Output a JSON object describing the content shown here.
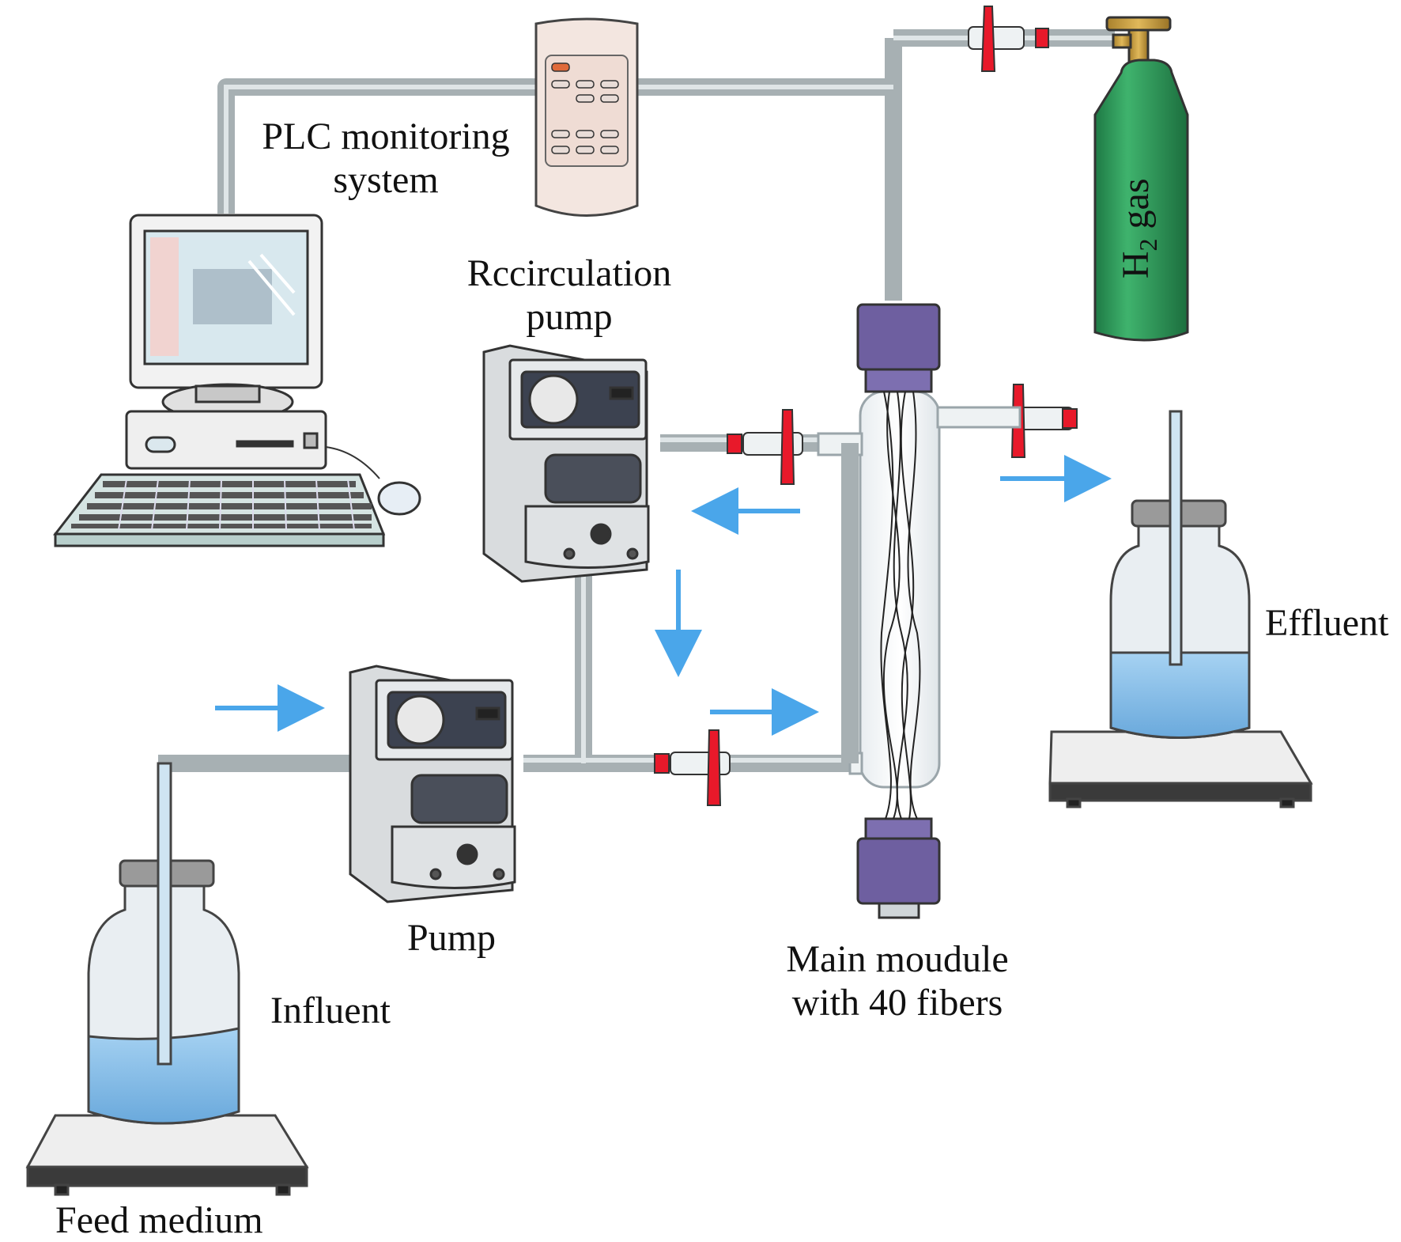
{
  "labels": {
    "plc_line1": "PLC monitoring",
    "plc_line2": "system",
    "recirc_line1": "Rccirculation",
    "recirc_line2": "pump",
    "h2_main": "H",
    "h2_sub": "2",
    "h2_rest": " gas",
    "effluent": "Effluent",
    "pump": "Pump",
    "influent": "Influent",
    "module_line1": "Main moudule",
    "module_line2": "with 40 fibers",
    "feed_medium": "Feed medium"
  },
  "colors": {
    "arrow": "#4aa6ea",
    "tube": "#b9c3c6",
    "valve_red": "#e8192a",
    "liquid": "#8ec3ea",
    "cylinder": "#2f9a5c",
    "module_cap": "#6e5fa0"
  }
}
